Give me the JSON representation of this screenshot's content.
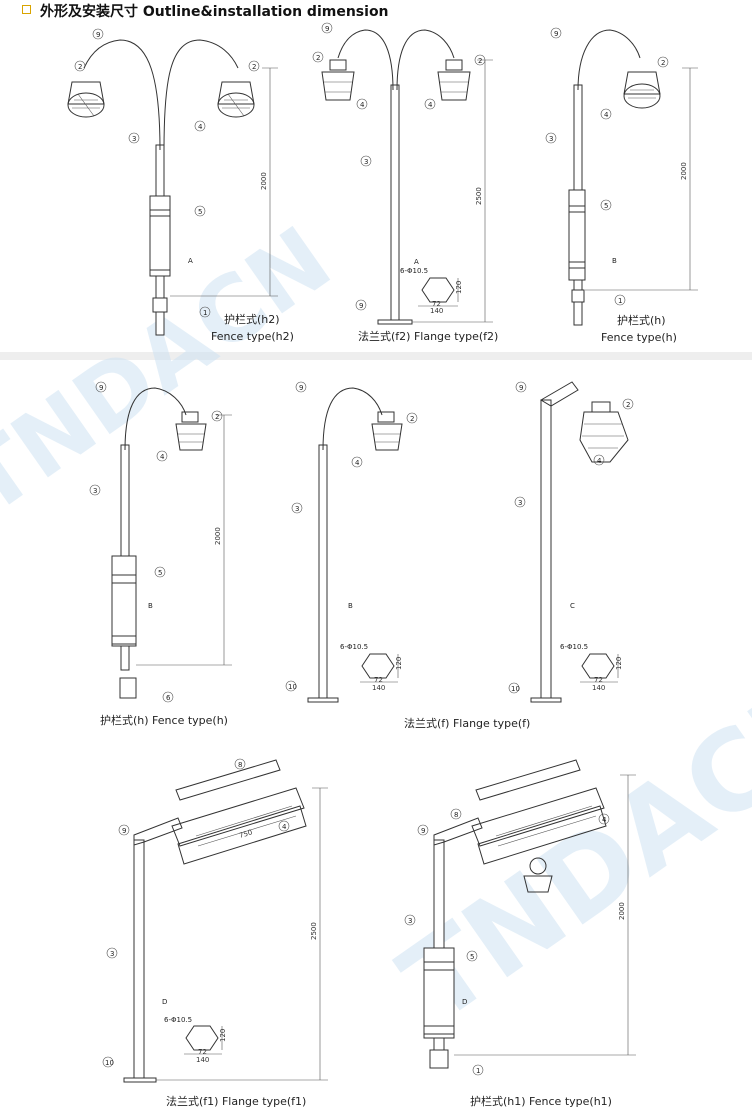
{
  "header": {
    "title": "外形及安装尺寸 Outline&installation dimension"
  },
  "watermark": "TNDACN",
  "figures": [
    {
      "id": "h2",
      "caption_cn": "护栏式(h2)",
      "caption_en": "Fence type(h2)",
      "height_dim": "2000",
      "letter": "A"
    },
    {
      "id": "f2",
      "caption": "法兰式(f2) Flange type(f2)",
      "height_dim": "2500",
      "letter": "A",
      "bolt": "6-Φ10.5",
      "w": "140",
      "h": "120",
      "s": "72"
    },
    {
      "id": "h",
      "caption_cn": "护栏式(h)",
      "caption_en": "Fence type(h)",
      "height_dim": "2000",
      "letter": "B"
    },
    {
      "id": "h_b",
      "caption": "护栏式(h) Fence type(h)",
      "height_dim": "2000",
      "letter": "B"
    },
    {
      "id": "f",
      "caption": "法兰式(f) Flange type(f)",
      "letter": "B",
      "bolt": "6-Φ10.5",
      "w": "140",
      "h": "120",
      "s": "72"
    },
    {
      "id": "f_c",
      "letter": "C",
      "bolt": "6-Φ10.5",
      "w": "140",
      "h": "120",
      "s": "72"
    },
    {
      "id": "f1",
      "caption": "法兰式(f1) Flange type(f1)",
      "height_dim": "2500",
      "letter": "D",
      "len": "750",
      "bolt": "6-Φ10.5",
      "w": "140",
      "h": "120",
      "s": "72"
    },
    {
      "id": "h1",
      "caption": "护栏式(h1) Fence type(h1)",
      "height_dim": "2000",
      "letter": "D"
    }
  ],
  "callouts": [
    "1",
    "2",
    "3",
    "4",
    "5",
    "6",
    "8",
    "9",
    "10"
  ]
}
